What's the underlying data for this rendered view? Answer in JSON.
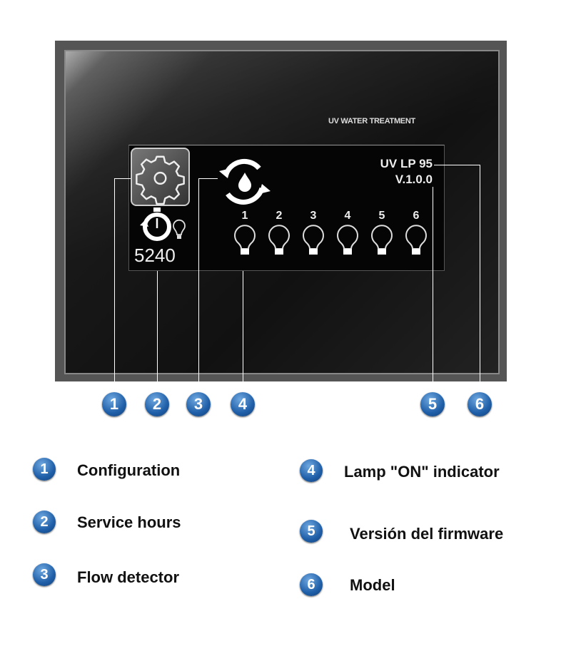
{
  "device": {
    "brand_label": "UV WATER TREATMENT",
    "model": "UV LP 95",
    "firmware": "V.1.0.0",
    "service_hours": "5240",
    "lamps": [
      "1",
      "2",
      "3",
      "4",
      "5",
      "6"
    ]
  },
  "callouts": [
    "1",
    "2",
    "3",
    "4",
    "5",
    "6"
  ],
  "legend": [
    {
      "num": "1",
      "label": "Configuration"
    },
    {
      "num": "2",
      "label": "Service hours"
    },
    {
      "num": "3",
      "label": "Flow detector"
    },
    {
      "num": "4",
      "label": "Lamp \"ON\" indicator"
    },
    {
      "num": "5",
      "label": "Versión del firmware"
    },
    {
      "num": "6",
      "label": "Model"
    }
  ],
  "colors": {
    "callout_blue": "#1f5fa8",
    "panel": "#050505"
  }
}
